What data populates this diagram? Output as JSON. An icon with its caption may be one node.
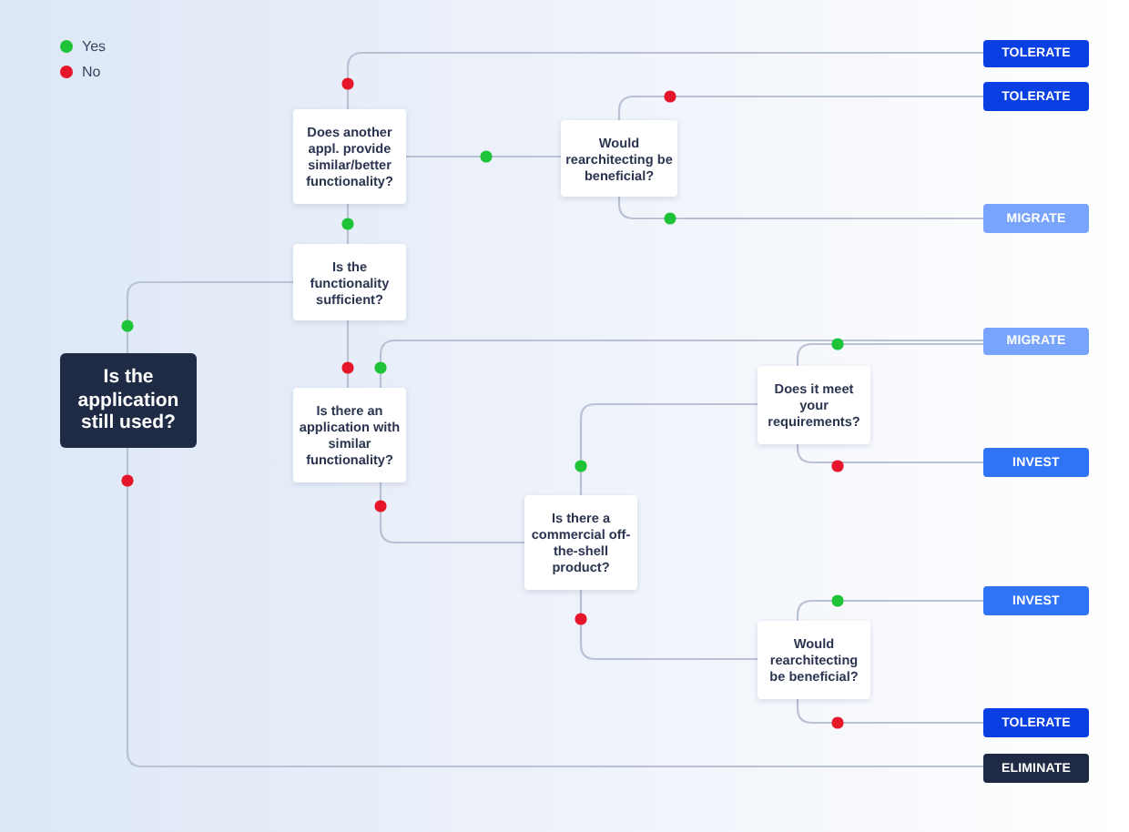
{
  "diagram": {
    "nodes": [
      {
        "text": [
          "Is the application still used?"
        ]
      },
      {
        "text": [
          "Does another appl. provide similar/better functionality?"
        ]
      },
      {
        "text": [
          "Is the functionality sufficient?"
        ]
      },
      {
        "text": [
          "Is there an application with similar functionality?"
        ]
      },
      {
        "text": [
          "Would rearchitecting be beneficial?"
        ]
      },
      {
        "text": [
          "Is there a commercial off-the-shell product?"
        ]
      },
      {
        "text": [
          "Does it meet your requirements?"
        ]
      },
      {
        "text": [
          "Would rearchitecting be beneficial?"
        ]
      },
      {
        "text": [
          "TOLERATE"
        ]
      },
      {
        "text": [
          "TOLERATE"
        ]
      },
      {
        "text": [
          "MIGRATE"
        ]
      },
      {
        "text": [
          "MIGRATE"
        ]
      },
      {
        "text": [
          "INVEST"
        ]
      },
      {
        "text": [
          "INVEST"
        ]
      },
      {
        "text": [
          "TOLERATE"
        ]
      },
      {
        "text": [
          "ELIMINATE"
        ]
      }
    ],
    "edges": [
      {
        "from": 0,
        "to": 2,
        "arrow": "none"
      },
      {
        "from": 0,
        "to": 15,
        "arrow": "none"
      },
      {
        "from": 2,
        "to": 1,
        "arrow": "none"
      },
      {
        "from": 2,
        "to": 3,
        "arrow": "none"
      },
      {
        "from": 1,
        "to": 8,
        "arrow": "none"
      },
      {
        "from": 1,
        "to": 4,
        "arrow": "none"
      },
      {
        "from": 4,
        "to": 9,
        "arrow": "none"
      },
      {
        "from": 4,
        "to": 10,
        "arrow": "none"
      },
      {
        "from": 3,
        "to": 11,
        "arrow": "none"
      },
      {
        "from": 3,
        "to": 5,
        "arrow": "none"
      },
      {
        "from": 5,
        "to": 6,
        "arrow": "none"
      },
      {
        "from": 5,
        "to": 7,
        "arrow": "none"
      },
      {
        "from": 6,
        "to": 11,
        "arrow": "none"
      },
      {
        "from": 6,
        "to": 12,
        "arrow": "none"
      },
      {
        "from": 7,
        "to": 13,
        "arrow": "none"
      },
      {
        "from": 7,
        "to": 14,
        "arrow": "none"
      }
    ],
    "legend": [
      {
        "text": "Yes",
        "color": "#1ec337"
      },
      {
        "text": "No",
        "color": "#e5152a"
      }
    ]
  }
}
